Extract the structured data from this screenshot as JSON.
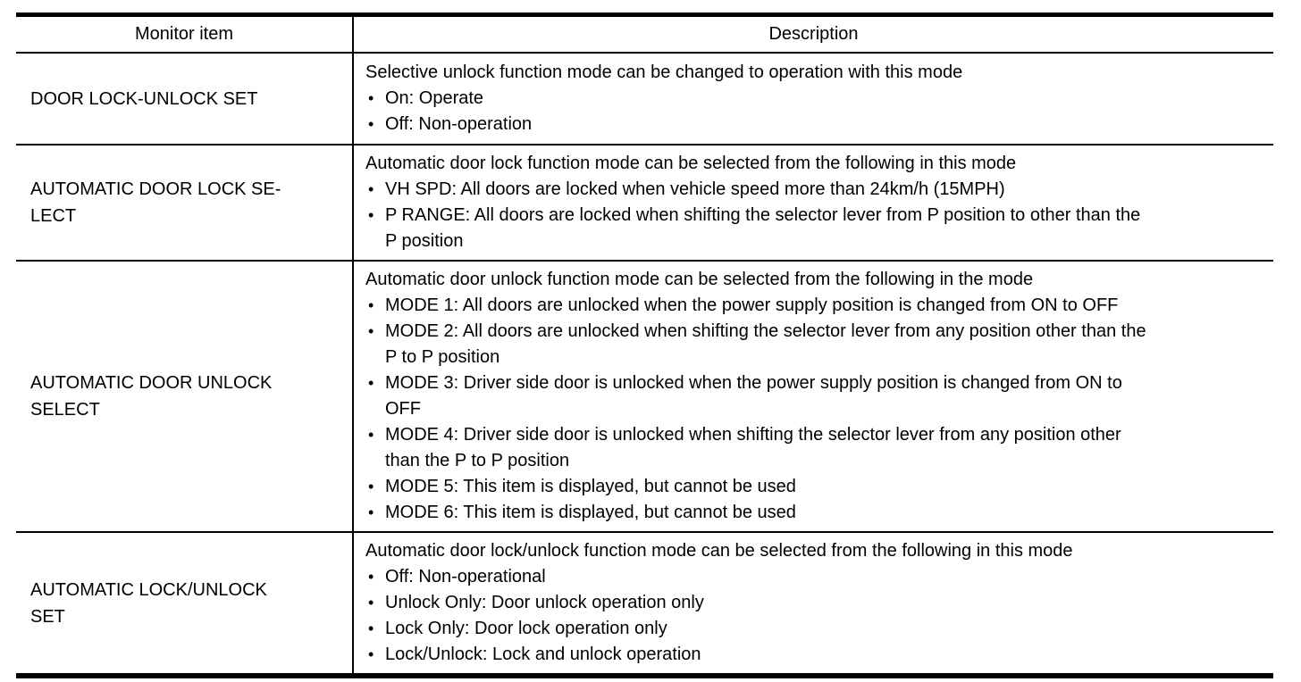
{
  "table": {
    "headers": {
      "monitor_item": "Monitor item",
      "description": "Description"
    },
    "rows": [
      {
        "item": "DOOR LOCK-UNLOCK SET",
        "intro": "Selective unlock function mode can be changed to operation with this mode",
        "bullets": [
          "On: Operate",
          "Off: Non-operation"
        ]
      },
      {
        "item": "AUTOMATIC DOOR LOCK SE-\nLECT",
        "intro": "Automatic door lock function mode can be selected from the following in this mode",
        "bullets": [
          "VH SPD: All doors are locked when vehicle speed more than 24km/h (15MPH)",
          "P RANGE: All doors are locked when shifting the selector lever from P position to other than the P position"
        ]
      },
      {
        "item": "AUTOMATIC DOOR UNLOCK\nSELECT",
        "intro": "Automatic door unlock function mode can be selected from the following in the mode",
        "bullets": [
          "MODE 1: All doors are unlocked when the power supply position is changed from ON to OFF",
          "MODE 2: All doors are unlocked when shifting the selector lever from any position other than the P to P position",
          "MODE 3: Driver side door is unlocked when the power supply position is changed from ON to OFF",
          "MODE 4: Driver side door is unlocked when shifting the selector lever from any position other than the P to P position",
          "MODE 5: This item is displayed, but cannot be used",
          "MODE 6: This item is displayed, but cannot be used"
        ]
      },
      {
        "item": "AUTOMATIC LOCK/UNLOCK\nSET",
        "intro": "Automatic door lock/unlock function mode can be selected from the following in this mode",
        "bullets": [
          "Off: Non-operational",
          "Unlock Only: Door unlock operation only",
          "Lock Only: Door lock operation only",
          "Lock/Unlock: Lock and unlock operation"
        ]
      }
    ]
  }
}
